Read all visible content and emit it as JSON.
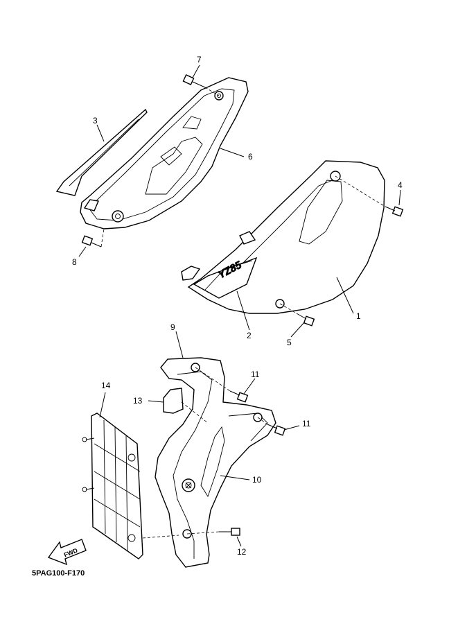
{
  "diagram": {
    "code": "5PAG100-F170",
    "fwd_label": "FWD",
    "logo_text": "YZ85",
    "callouts": {
      "c1": "1",
      "c2": "2",
      "c3": "3",
      "c4": "4",
      "c5": "5",
      "c6": "6",
      "c7": "7",
      "c8": "8",
      "c9": "9",
      "c10": "10",
      "c11a": "11",
      "c11b": "11",
      "c12": "12",
      "c13": "13",
      "c14": "14"
    }
  }
}
